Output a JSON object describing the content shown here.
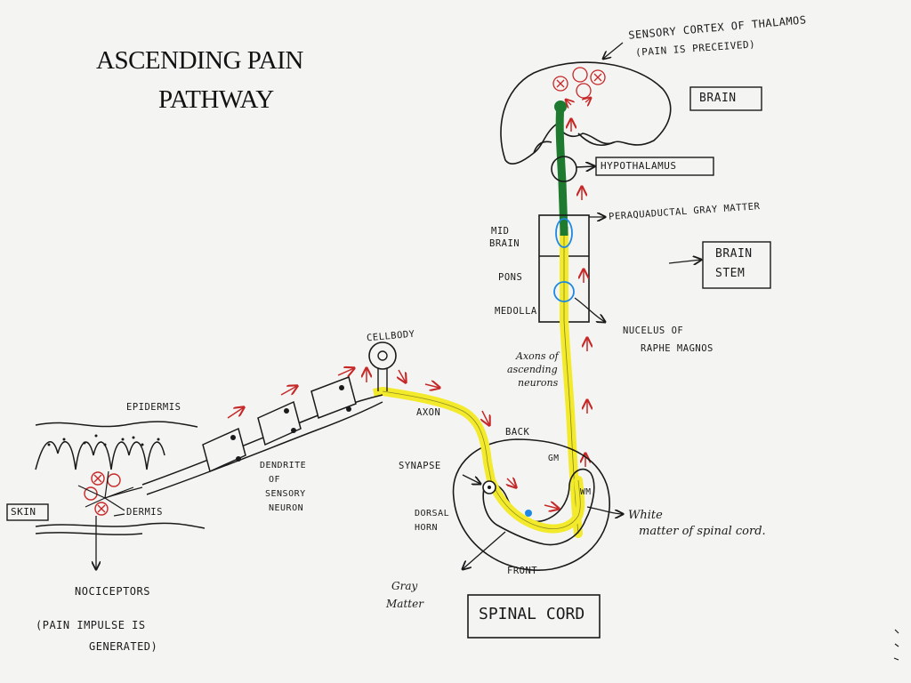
{
  "title": {
    "line1": "ASCENDING PAIN",
    "line2": "PATHWAY"
  },
  "labels": {
    "sensory_cortex_line1": "SENSORY CORTEX OF THALAMOS",
    "sensory_cortex_line2": "(PAIN IS PRECEIVED)",
    "brain": "BRAIN",
    "hypothalamus": "HYPOTHALAMUS",
    "periaqueductal": "PERAQUADUCTAL GRAY MATTER",
    "midbrain_line1": "MID",
    "midbrain_line2": "BRAIN",
    "pons": "PONS",
    "medulla": "MEDOLLA",
    "brain_stem_line1": "BRAIN",
    "brain_stem_line2": "STEM",
    "raphe_line1": "NUCELUS OF",
    "raphe_line2": "RAPHE MAGNOS",
    "axons_line1": "Axons of",
    "axons_line2": "ascending",
    "axons_line3": "neurons",
    "cell_body": "CELLBODY",
    "axon": "AXON",
    "back": "BACK",
    "gm": "GM",
    "wm": "WM",
    "synapse": "SYNAPSE",
    "dorsal_line1": "DORSAL",
    "dorsal_line2": "HORN",
    "front": "FRONT",
    "white_matter_line1": "White",
    "white_matter_line2": "matter of spinal cord.",
    "gray_matter_line1": "Gray",
    "gray_matter_line2": "Matter",
    "spinal_cord": "SPINAL CORD",
    "epidermis": "EPIDERMIS",
    "dermis": "DERMIS",
    "skin": "SKIN",
    "dendrite_line1": "DENDRITE",
    "dendrite_line2": "OF",
    "dendrite_line3": "SENSORY",
    "dendrite_line4": "NEURON",
    "nociceptors": "NOCICEPTORS",
    "pain_impulse_line1": "(PAIN IMPULSE IS",
    "pain_impulse_line2": "GENERATED)"
  },
  "colors": {
    "pathway_yellow": "#f2ea2a",
    "thalamic_green": "#1e7a2e",
    "arrow_red": "#c62828",
    "marker_blue": "#1e88e5",
    "ink": "#1a1a1a"
  }
}
